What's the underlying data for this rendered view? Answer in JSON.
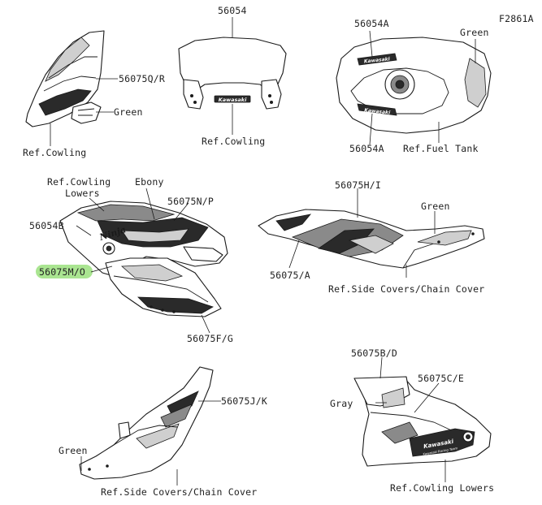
{
  "figure_code": "F2861A",
  "labels": {
    "p56054": "56054",
    "p56054A_top": "56054A",
    "green_tank": "Green",
    "p56075QR": "56075Q/R",
    "green_front": "Green",
    "ref_cowling_1": "Ref.Cowling",
    "ref_cowling_2": "Ref.Cowling",
    "p56054A_bottom": "56054A",
    "ref_fuel_tank": "Ref.Fuel Tank",
    "ref_cowling_lowers_a": "Ref.Cowling",
    "ref_cowling_lowers_b": "Lowers",
    "ebony": "Ebony",
    "p56075NP": "56075N/P",
    "p56054B": "56054B",
    "p56075MO": "56075M/O",
    "p56075FG": "56075F/G",
    "p56075HI": "56075H/I",
    "green_side": "Green",
    "p56075A": "56075/A",
    "ref_side_covers_1": "Ref.Side Covers/Chain Cover",
    "p56075JK": "56075J/K",
    "green_lower": "Green",
    "ref_side_covers_2": "Ref.Side Covers/Chain Cover",
    "p56075BD": "56075B/D",
    "p56075CE": "56075C/E",
    "gray": "Gray",
    "ref_cowling_lowers_2": "Ref.Cowling Lowers"
  },
  "brand_marks": {
    "kawasaki_screen": "Kawasaki",
    "kawasaki_tank_1": "Kawasaki",
    "kawasaki_tank_2": "Kawasaki",
    "ninja": "Ninja",
    "kawasaki_lower": "Kawasaki",
    "kawasaki_lower_sub": "Kawasaki Racing Team"
  },
  "colors": {
    "highlight": "#9be07e",
    "line": "#1a1a1a"
  }
}
